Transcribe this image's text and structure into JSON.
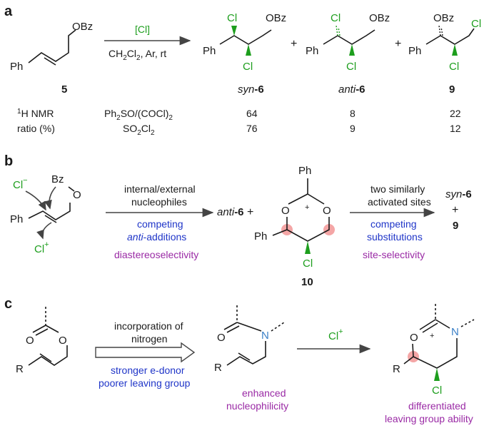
{
  "panels": {
    "a": "a",
    "b": "b",
    "c": "c"
  },
  "colors": {
    "chlorine": "#1d9e1d",
    "condition_blue": "#1f35c8",
    "selectivity_purple": "#9a2aa5",
    "nitrogen": "#3a7fc6",
    "reactive_site": "#f4a6a6"
  },
  "panel_a": {
    "reagent": "[Cl]",
    "conditions_solvent": "CH",
    "conditions_rest": "Cl",
    "conditions_tail": ", Ar, rt",
    "conditions_sub": "2",
    "start_label": "5",
    "start_obz": "OBz",
    "start_ph": "Ph",
    "product1_label_prefix": "syn",
    "product1_label_num": "-6",
    "product2_label_prefix": "anti",
    "product2_label_num": "-6",
    "product3_label": "9",
    "plus": "+",
    "cl": "Cl",
    "obz": "OBz",
    "ph": "Ph",
    "nmr_label_sup": "1",
    "nmr_label_main": "H NMR",
    "ratio_label": "ratio (%)",
    "rows": [
      {
        "reagent_a": "Ph",
        "reagent_b": "SO/(COCl)",
        "reagent_sub1": "2",
        "reagent_sub2": "2",
        "syn6": "64",
        "anti6": "8",
        "c9": "22"
      },
      {
        "reagent_a": "SO",
        "reagent_b": "Cl",
        "reagent_sub1": "2",
        "reagent_sub2": "2",
        "syn6": "76",
        "anti6": "9",
        "c9": "12"
      }
    ]
  },
  "panel_b": {
    "cl_minus": "Cl",
    "minus": "−",
    "bz": "Bz",
    "o": "O",
    "ph": "Ph",
    "cl_plus": "Cl",
    "plus_sup": "+",
    "arrow1_line1": "internal/external",
    "arrow1_line2": "nucleophiles",
    "arrow1_blue1": "competing",
    "arrow1_blue2_it": "anti",
    "arrow1_blue2_rest": "-additions",
    "arrow1_purple": "diastereoselectivity",
    "anti_prefix": "anti",
    "anti_num": "-6",
    "plus": "+",
    "int_ph_top": "Ph",
    "int_ph_left": "Ph",
    "int_o": "O",
    "int_plus": "+",
    "int_cl": "Cl",
    "int_label": "10",
    "arrow2_line1": "two similarly",
    "arrow2_line2": "activated sites",
    "arrow2_blue1": "competing",
    "arrow2_blue2": "substitutions",
    "arrow2_purple": "site-selectivity",
    "prod_syn_prefix": "syn",
    "prod_syn_num": "-6",
    "prod_plus": "+",
    "prod_9": "9"
  },
  "panel_c": {
    "r": "R",
    "o": "O",
    "n": "N",
    "arrow1_line1": "incorporation of",
    "arrow1_line2": "nitrogen",
    "arrow1_blue1": "stronger e-donor",
    "arrow1_blue2": "poorer leaving group",
    "enhanced1": "enhanced",
    "enhanced2": "nucleophilicity",
    "cl_plus": "Cl",
    "plus_sup": "+",
    "prod_plus": "+",
    "prod_cl": "Cl",
    "diff1": "differentiated",
    "diff2": "leaving group ability"
  }
}
